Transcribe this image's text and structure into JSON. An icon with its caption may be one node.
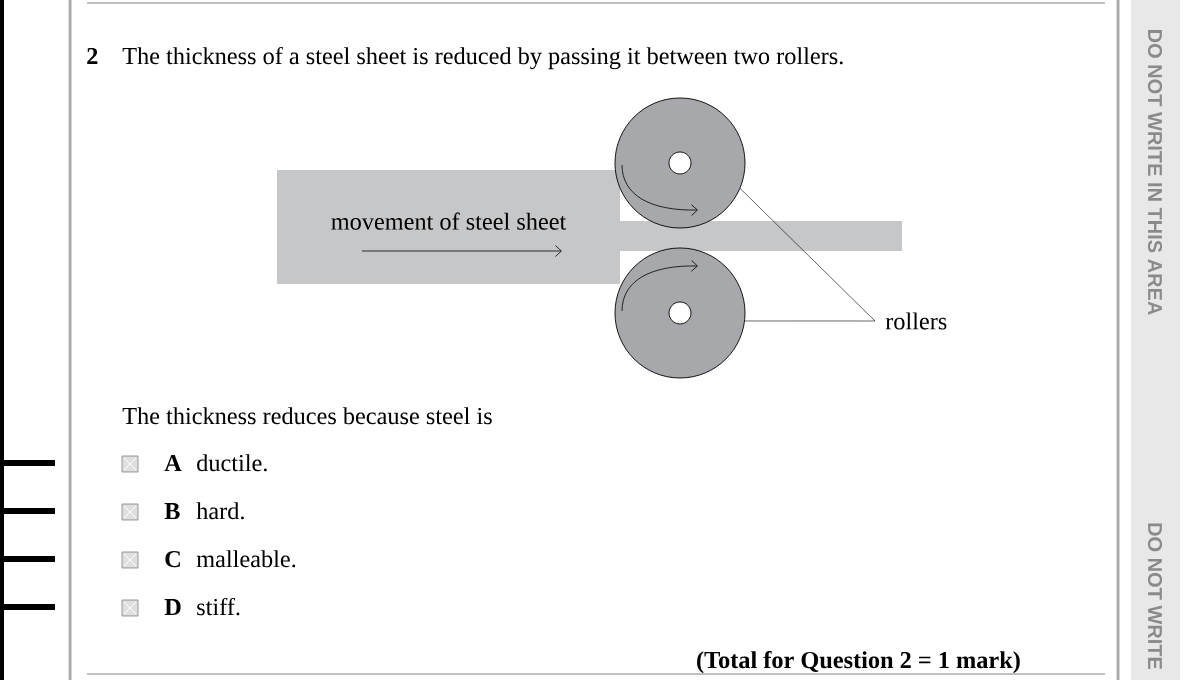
{
  "diagram": {
    "nodes": [
      {
        "text": [],
        "shape": "circle"
      },
      {
        "text": [
          "movement of steel sheet"
        ]
      },
      {
        "text": [],
        "shape": "circle"
      },
      {
        "text": [
          "rollers"
        ]
      }
    ],
    "edges": [
      {
        "from": 3,
        "to": 0,
        "arrow": "none"
      },
      {
        "from": 3,
        "to": 2,
        "arrow": "none"
      }
    ],
    "labels": [
      "2",
      "The thickness of a steel sheet is reduced by passing it between two rollers.",
      "The thickness reduces because steel is",
      "A",
      "ductile.",
      "B",
      "hard.",
      "C",
      "malleable.",
      "D",
      "stiff.",
      "(Total for Question 2 = 1 mark)",
      "DO NOT WRITE IN THIS AREA",
      "DO NOT WRITE"
    ]
  }
}
